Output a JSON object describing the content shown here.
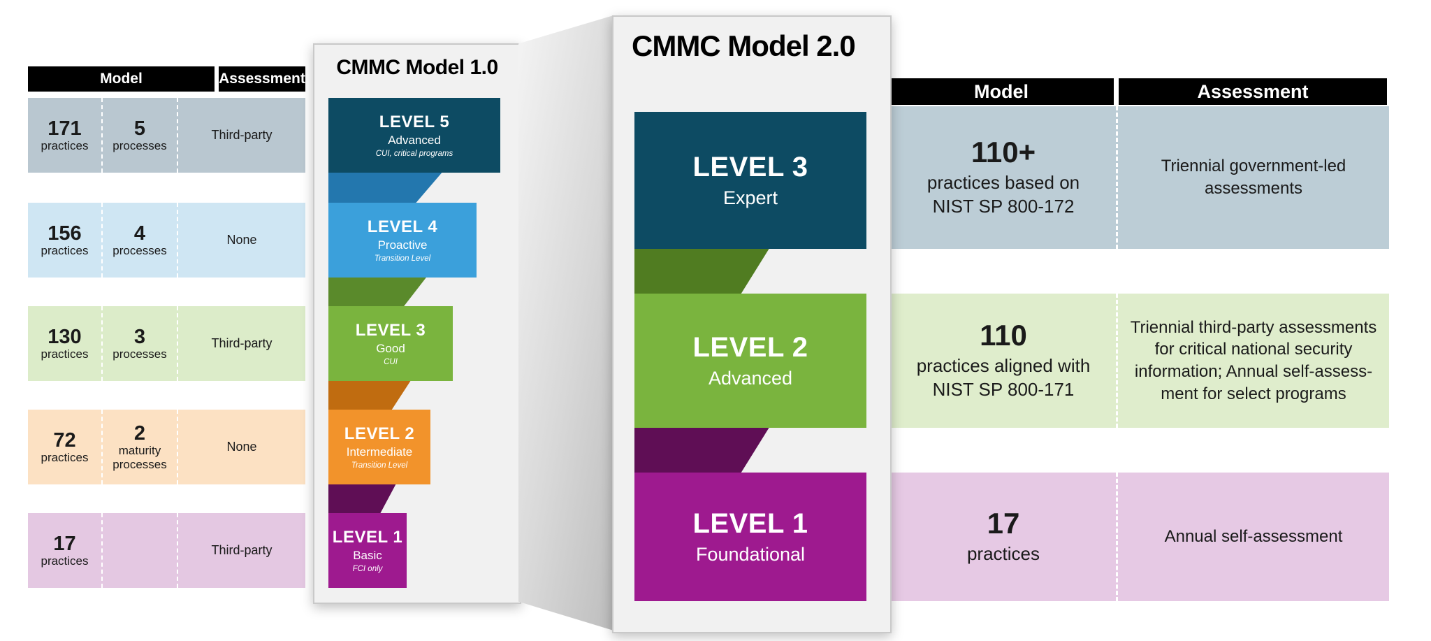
{
  "left_table": {
    "header": {
      "model": "Model",
      "assessment": "Assessment"
    },
    "rows": [
      {
        "count": "171",
        "count_label": "practices",
        "proc": "5",
        "proc_label": "processes",
        "assessment": "Third-party",
        "bg": "#b9c7d0"
      },
      {
        "count": "156",
        "count_label": "practices",
        "proc": "4",
        "proc_label": "processes",
        "assessment": "None",
        "bg": "#cfe6f3"
      },
      {
        "count": "130",
        "count_label": "practices",
        "proc": "3",
        "proc_label": "processes",
        "assessment": "Third-party",
        "bg": "#dcecc9"
      },
      {
        "count": "72",
        "count_label": "practices",
        "proc": "2",
        "proc_label": "maturity processes",
        "assessment": "None",
        "bg": "#fce1c3"
      },
      {
        "count": "17",
        "count_label": "practices",
        "proc": "",
        "proc_label": "",
        "assessment": "Third-party",
        "bg": "#e4c8e2"
      }
    ]
  },
  "model1": {
    "title": "CMMC Model 1.0",
    "levels": [
      {
        "name": "LEVEL 5",
        "subtitle": "Advanced",
        "note": "CUI, critical programs",
        "color": "#0d4b63"
      },
      {
        "name": "LEVEL 4",
        "subtitle": "Proactive",
        "note": "Transition Level",
        "color": "#3ba0db"
      },
      {
        "name": "LEVEL 3",
        "subtitle": "Good",
        "note": "CUI",
        "color": "#7ab43e"
      },
      {
        "name": "LEVEL 2",
        "subtitle": "Intermediate",
        "note": "Transition Level",
        "color": "#f2932b"
      },
      {
        "name": "LEVEL 1",
        "subtitle": "Basic",
        "note": "FCI only",
        "color": "#9e1a8f"
      }
    ],
    "folds": [
      "#2377ae",
      "#5a8a2b",
      "#c06c10",
      "#5f0e55"
    ]
  },
  "model2": {
    "title": "CMMC Model 2.0",
    "levels": [
      {
        "name": "LEVEL 3",
        "subtitle": "Expert",
        "color": "#0d4b63"
      },
      {
        "name": "LEVEL 2",
        "subtitle": "Advanced",
        "color": "#7ab43e"
      },
      {
        "name": "LEVEL 1",
        "subtitle": "Foundational",
        "color": "#9e1a8f"
      }
    ],
    "folds": [
      "#507c21",
      "#5f0e55"
    ]
  },
  "right_table": {
    "header": {
      "model": "Model",
      "assessment": "Assessment"
    },
    "rows": [
      {
        "big": "110+",
        "desc": [
          "practices based on",
          "NIST SP 800-172"
        ],
        "assessment": [
          "Triennial government-led",
          "assessments"
        ],
        "bg": "#bccdd6"
      },
      {
        "big": "110",
        "desc": [
          "practices aligned with",
          "NIST SP 800-171"
        ],
        "assessment": [
          "Triennial third-party assessments",
          "for critical national security",
          "information; Annual self-assess-",
          "ment for select programs"
        ],
        "bg": "#dfedcc"
      },
      {
        "big": "17",
        "desc": [
          "practices"
        ],
        "assessment": [
          "Annual self-assessment"
        ],
        "bg": "#e6c9e4"
      }
    ]
  }
}
